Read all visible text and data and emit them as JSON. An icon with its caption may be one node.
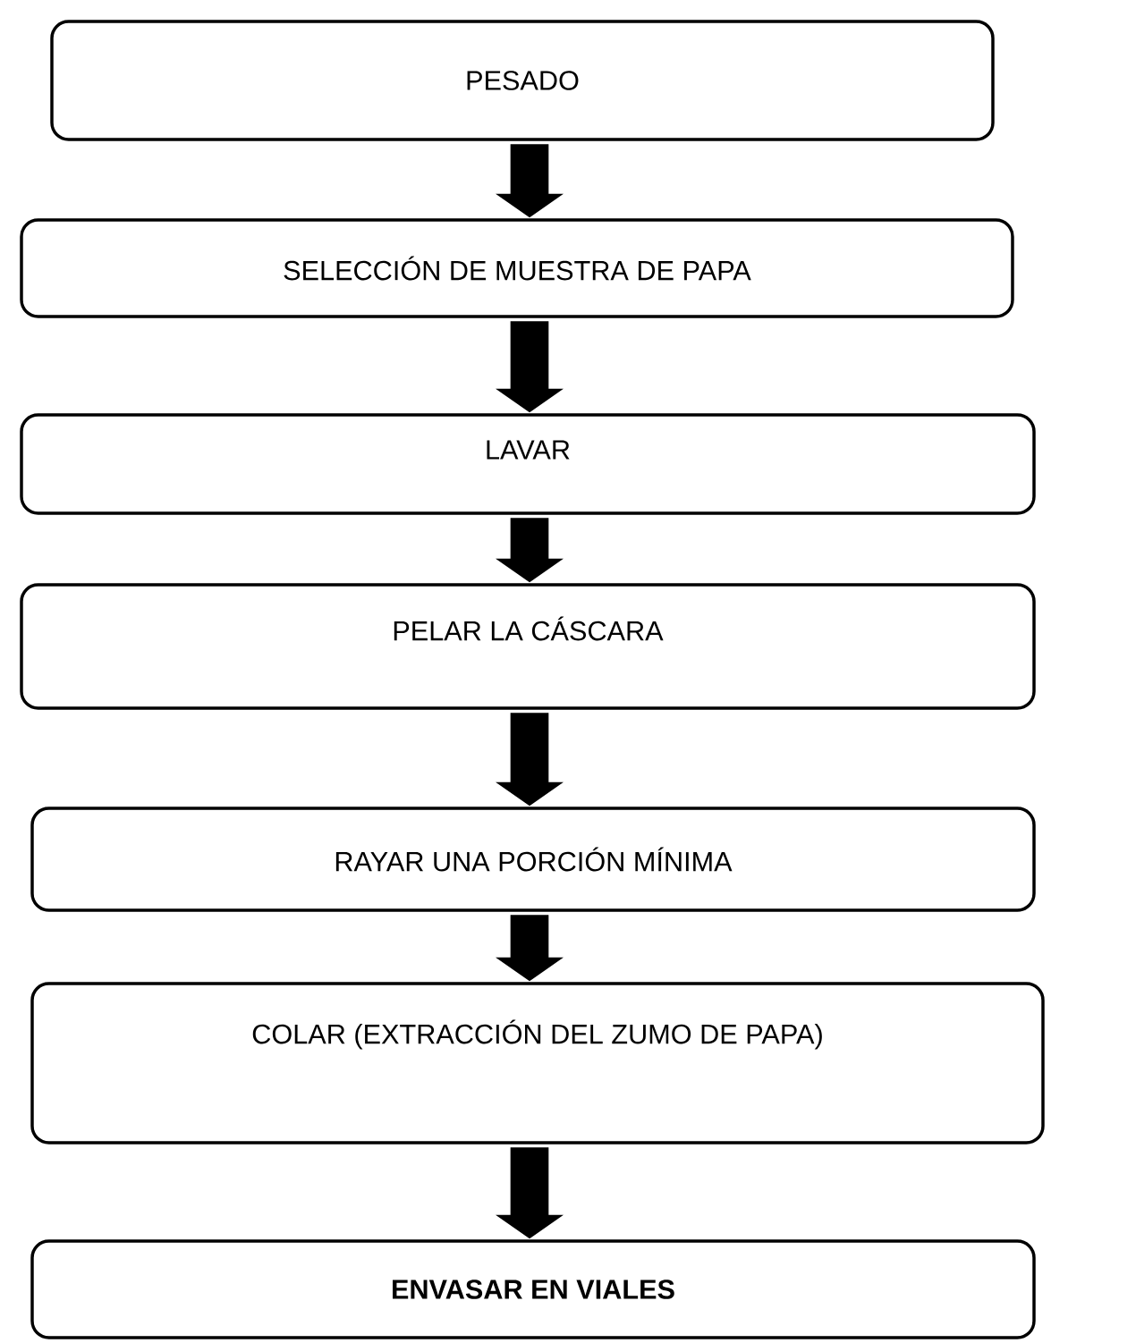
{
  "diagram": {
    "nodes": [
      {
        "text": [
          "PESADO"
        ]
      },
      {
        "text": [
          "SELECCIÓN DE MUESTRA DE PAPA"
        ]
      },
      {
        "text": [
          "LAVAR"
        ]
      },
      {
        "text": [
          "PELAR LA CÁSCARA"
        ]
      },
      {
        "text": [
          "RAYAR UNA PORCIÓN MÍNIMA"
        ]
      },
      {
        "text": [
          "COLAR (EXTRACCIÓN DEL ZUMO DE PAPA)"
        ]
      },
      {
        "text": [
          "ENVASAR EN VIALES"
        ]
      }
    ],
    "edges": [
      {
        "from": 0,
        "to": 1,
        "arrow": "to"
      },
      {
        "from": 1,
        "to": 2,
        "arrow": "to"
      },
      {
        "from": 2,
        "to": 3,
        "arrow": "to"
      },
      {
        "from": 3,
        "to": 4,
        "arrow": "to"
      },
      {
        "from": 4,
        "to": 5,
        "arrow": "to"
      },
      {
        "from": 5,
        "to": 6,
        "arrow": "to"
      }
    ]
  }
}
